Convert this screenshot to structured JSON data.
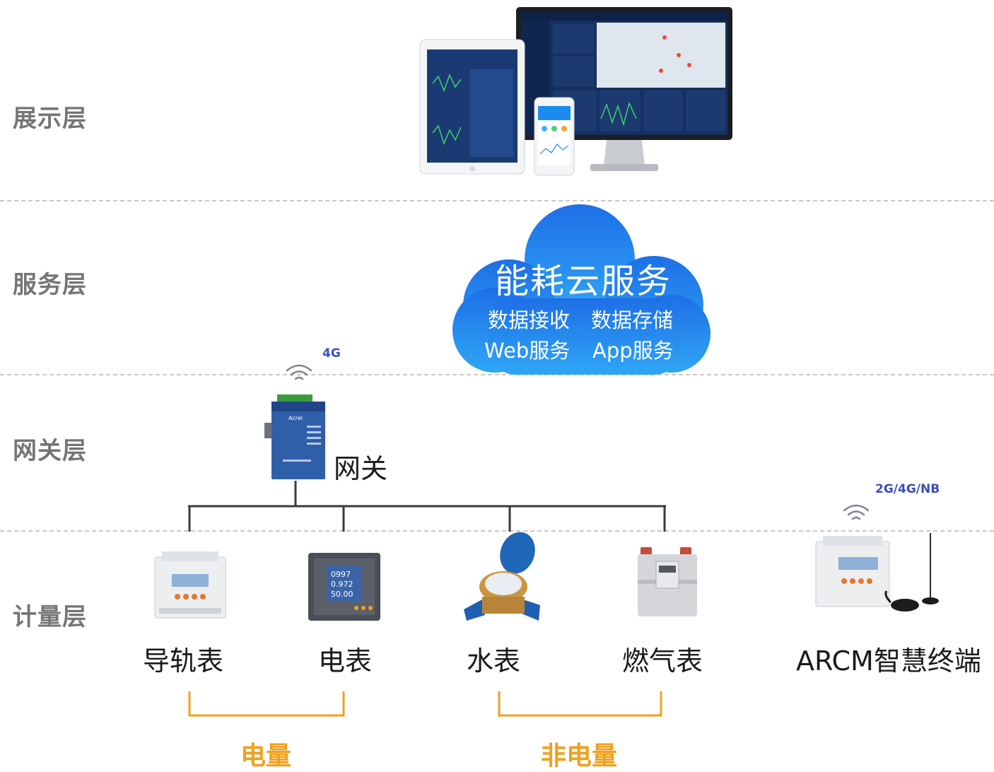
{
  "layers": {
    "display": "展示层",
    "service": "服务层",
    "gateway": "网关层",
    "metering": "计量层"
  },
  "cloud": {
    "title": "能耗云服务",
    "items": [
      "数据接收",
      "数据存储",
      "Web服务",
      "App服务"
    ],
    "color": "#1a8cf0"
  },
  "gateway": {
    "label": "网关",
    "signal": "4G"
  },
  "meters": {
    "rail": "导轨表",
    "electric": "电表",
    "water": "水表",
    "gas": "燃气表",
    "arcm": "ARCM智慧终端",
    "arcm_signal": "2G/4G/NB"
  },
  "groups": {
    "electric": "电量",
    "non_electric": "非电量",
    "color": "#f0a01e"
  },
  "signal_color": "#3b4fb8"
}
